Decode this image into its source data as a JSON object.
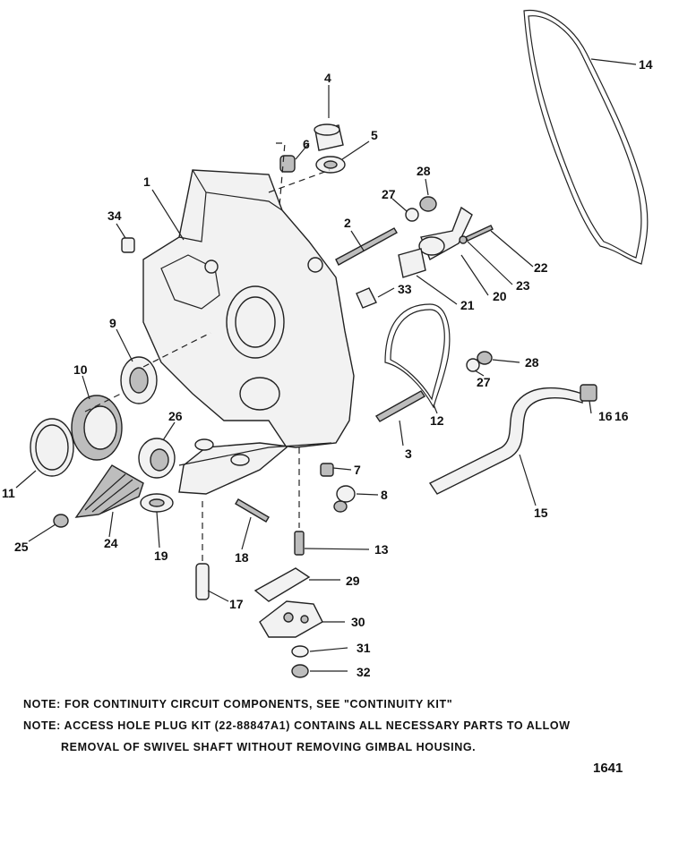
{
  "callouts": [
    "1",
    "2",
    "3",
    "4",
    "5",
    "6",
    "7",
    "8",
    "9",
    "10",
    "11",
    "12",
    "13",
    "14",
    "15",
    "16",
    "16",
    "17",
    "18",
    "19",
    "20",
    "21",
    "22",
    "23",
    "24",
    "25",
    "26",
    "27",
    "27",
    "28",
    "28",
    "29",
    "30",
    "31",
    "32",
    "33",
    "34"
  ],
  "notes": [
    "NOTE:  FOR CONTINUITY CIRCUIT COMPONENTS, SEE \"CONTINUITY KIT\"",
    "NOTE:   ACCESS HOLE PLUG KIT (22-88847A1) CONTAINS ALL NECESSARY PARTS TO ALLOW",
    "REMOVAL OF SWIVEL SHAFT WITHOUT REMOVING GIMBAL HOUSING."
  ],
  "figure_number": "1641"
}
